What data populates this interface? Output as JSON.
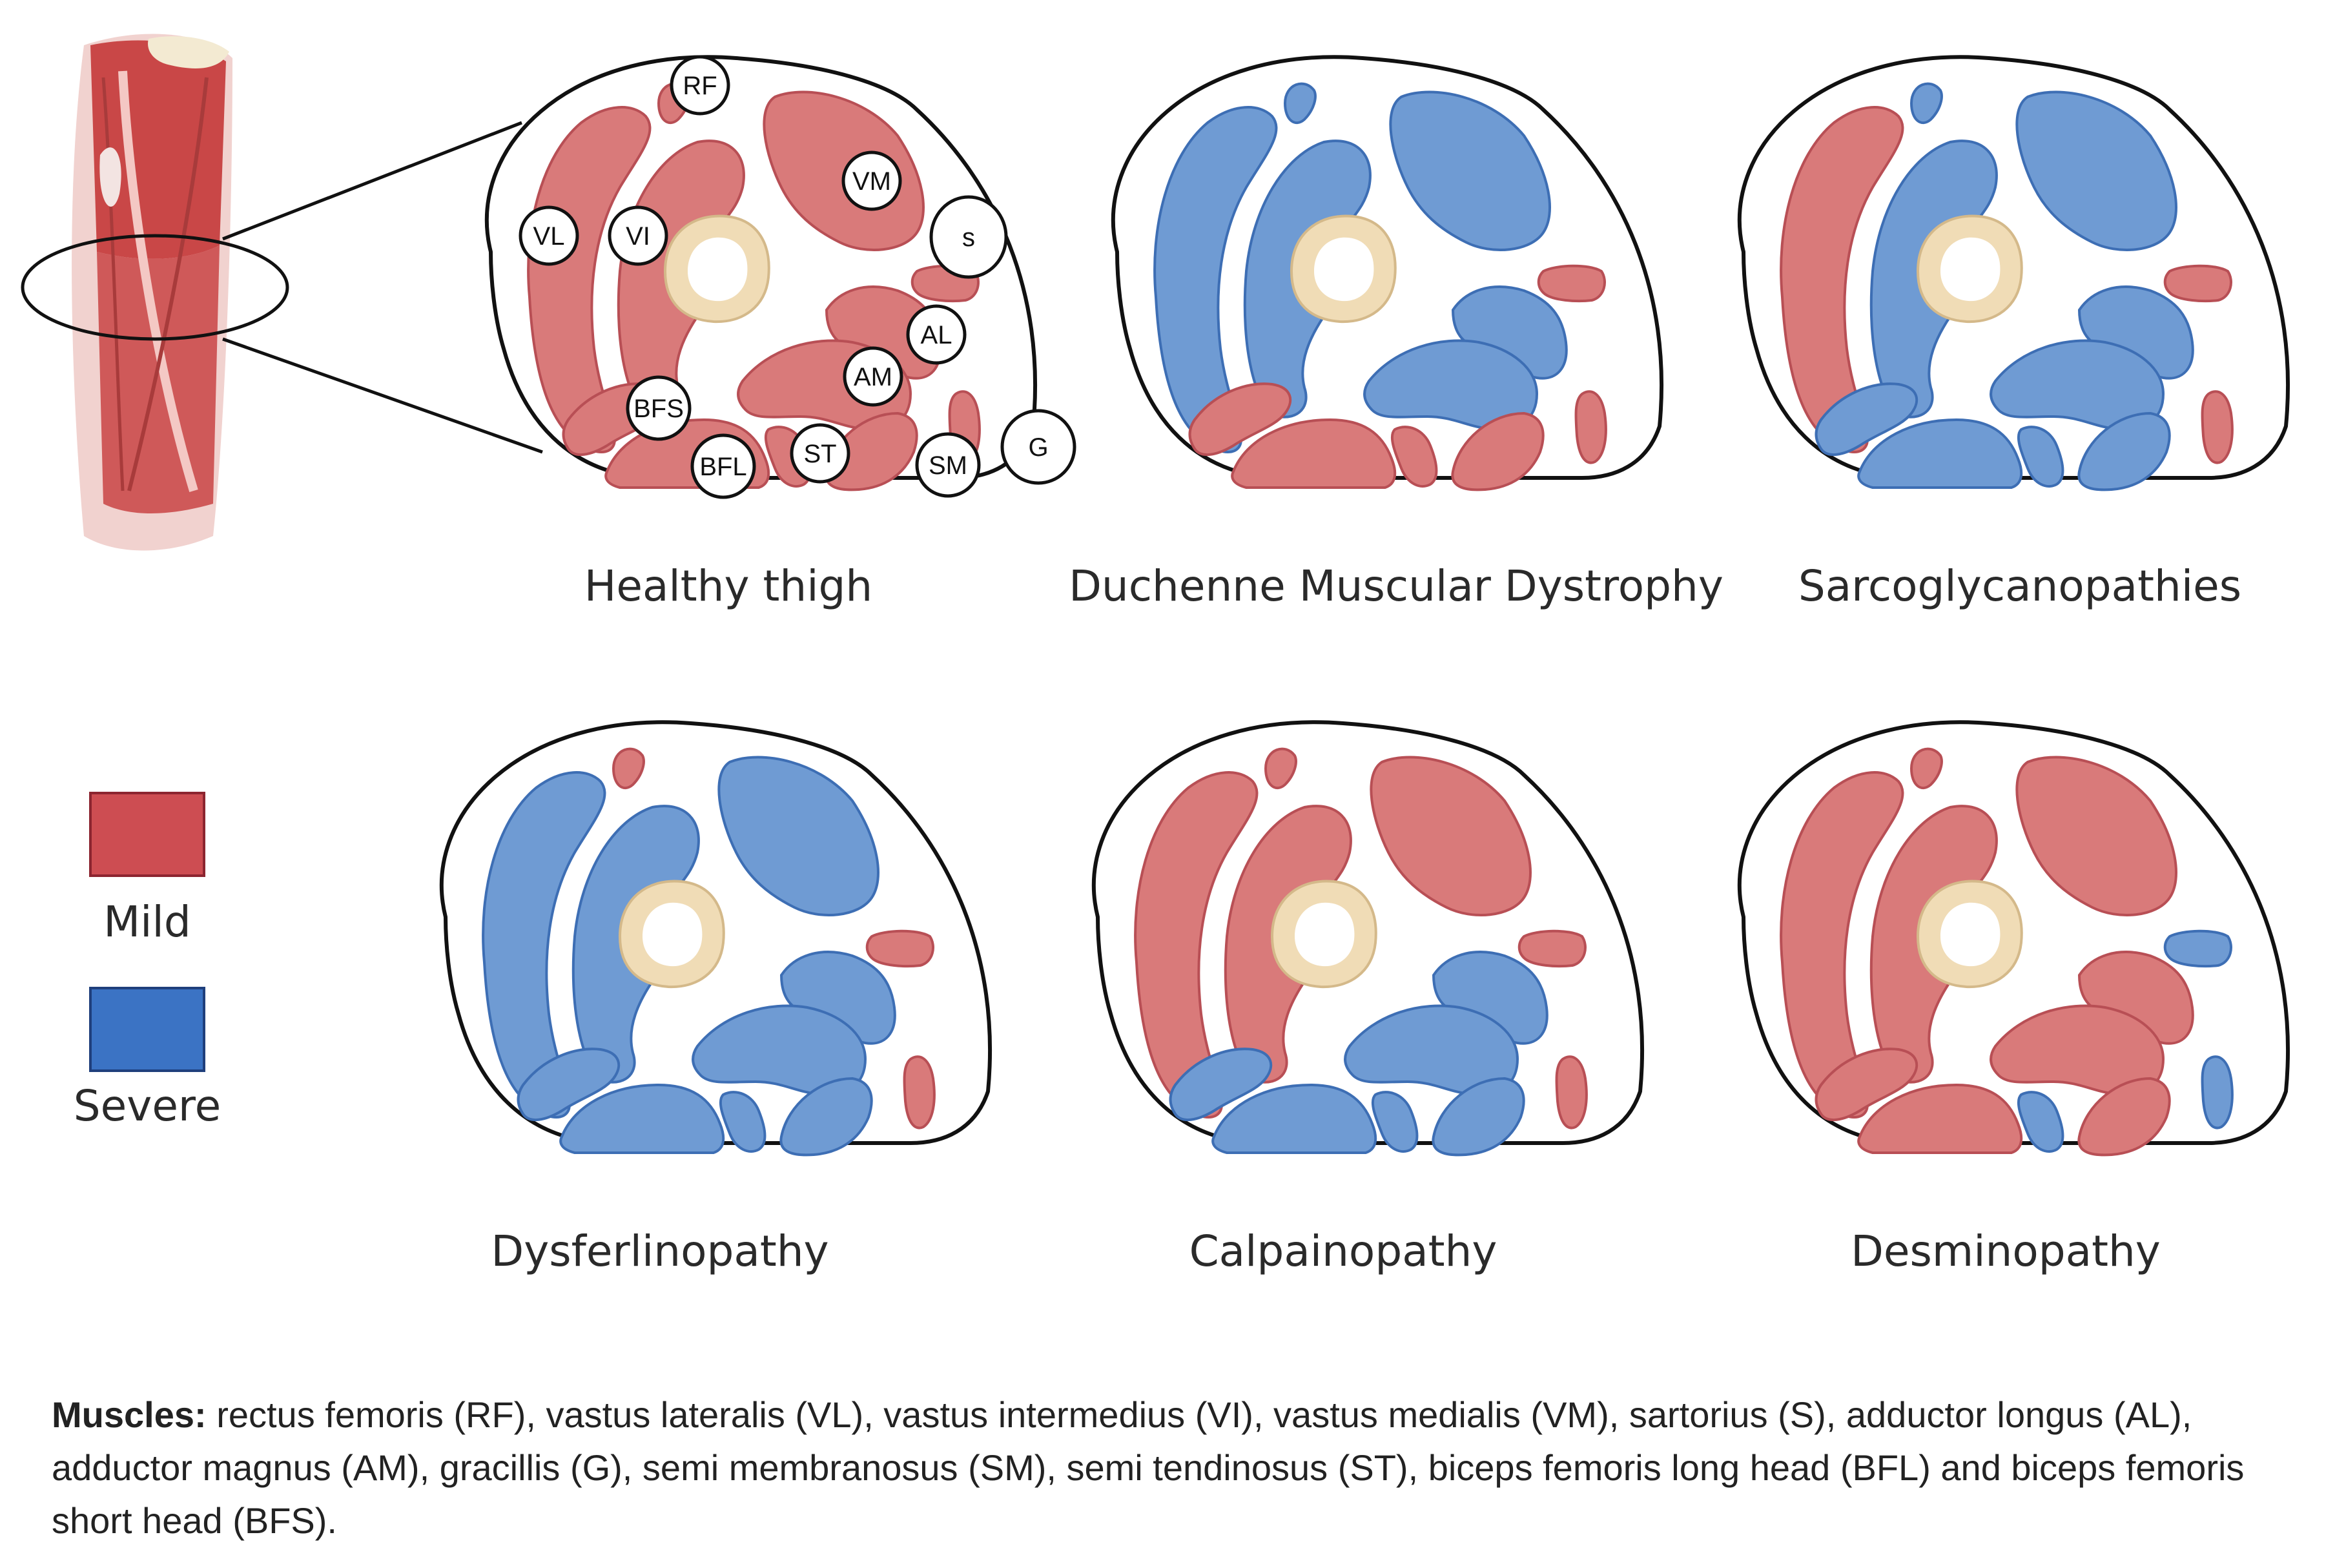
{
  "diagrams": [
    {
      "title": "Healthy thigh"
    },
    {
      "title": "Duchenne Muscular Dystrophy"
    },
    {
      "title": "Sarcoglycanopathies"
    },
    {
      "title": "Dysferlinopathy"
    },
    {
      "title": "Calpainopathy"
    },
    {
      "title": "Desminopathy"
    }
  ],
  "muscle_tags": [
    "RF",
    "VM",
    "VL",
    "VI",
    "s",
    "AL",
    "AM",
    "BFS",
    "ST",
    "SM",
    "G",
    "BFL"
  ],
  "legend": {
    "mild_label": "Mild",
    "severe_label": "Severe"
  },
  "colors": {
    "mild": "#d97a7a",
    "mild_stroke": "#b84f55",
    "severe": "#6f9bd3",
    "severe_stroke": "#3d6eb4",
    "bone": "#f2ddb8"
  },
  "involvement": {
    "order": [
      "RF",
      "VL",
      "VI",
      "VM",
      "S",
      "AL",
      "AM",
      "BFS",
      "BFL",
      "ST",
      "SM",
      "G"
    ],
    "Healthy thigh": [
      "M",
      "M",
      "M",
      "M",
      "M",
      "M",
      "M",
      "M",
      "M",
      "M",
      "M",
      "M"
    ],
    "Duchenne Muscular Dystrophy": [
      "S",
      "S",
      "S",
      "S",
      "M",
      "S",
      "S",
      "M",
      "M",
      "M",
      "M",
      "M"
    ],
    "Sarcoglycanopathies": [
      "S",
      "M",
      "S",
      "S",
      "M",
      "S",
      "S",
      "S",
      "S",
      "S",
      "S",
      "M"
    ],
    "Dysferlinopathy": [
      "M",
      "S",
      "S",
      "S",
      "M",
      "S",
      "S",
      "S",
      "S",
      "S",
      "S",
      "M"
    ],
    "Calpainopathy": [
      "M",
      "M",
      "M",
      "M",
      "M",
      "S",
      "S",
      "S",
      "S",
      "S",
      "S",
      "M"
    ],
    "Desminopathy": [
      "M",
      "M",
      "M",
      "M",
      "S",
      "M",
      "M",
      "M",
      "M",
      "S",
      "M",
      "S"
    ]
  },
  "caption": {
    "heading": "Muscles:",
    "body": "rectus femoris (RF), vastus lateralis (VL), vastus intermedius (VI), vastus medialis (VM), sartorius (S), adductor longus (AL), adductor magnus (AM), gracillis (G), semi membranosus (SM), semi tendinosus (ST), biceps femoris long head (BFL) and biceps femoris short head (BFS)."
  }
}
